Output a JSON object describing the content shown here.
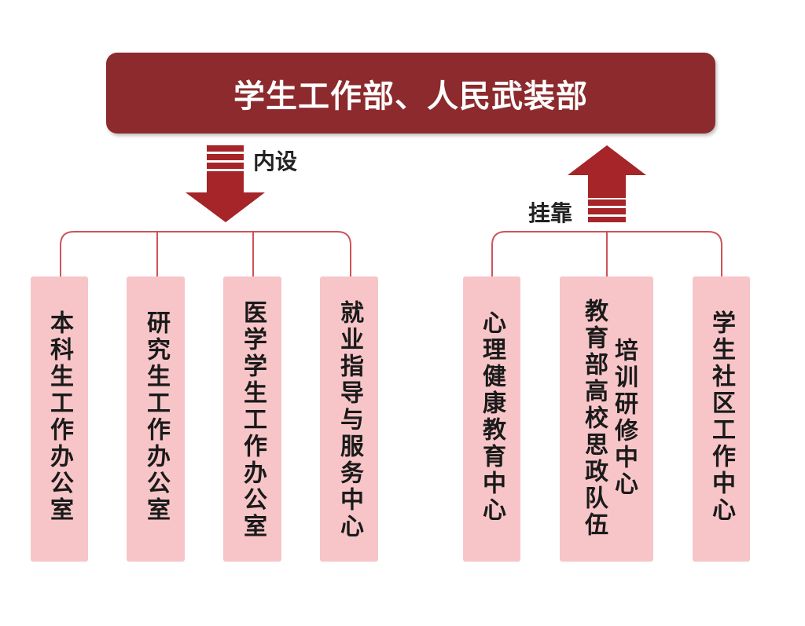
{
  "title": "学生工作部、人民武装部",
  "arrows": {
    "internal_label": "内设",
    "affiliated_label": "挂靠"
  },
  "colors": {
    "title_bg": "#8c2a2d",
    "arrow": "#a52528",
    "line": "#d0525a",
    "box": "#f7c5c8"
  },
  "internal_units": [
    "本科生工作办公室",
    "研究生工作办公室",
    "医学学生工作办公室",
    "就业指导与服务中心"
  ],
  "affiliated_units": [
    {
      "name": "心理健康教育中心"
    },
    {
      "name": "教育部高校思政队伍",
      "name_line2": "培训研修中心"
    },
    {
      "name": "学生社区工作中心"
    }
  ]
}
